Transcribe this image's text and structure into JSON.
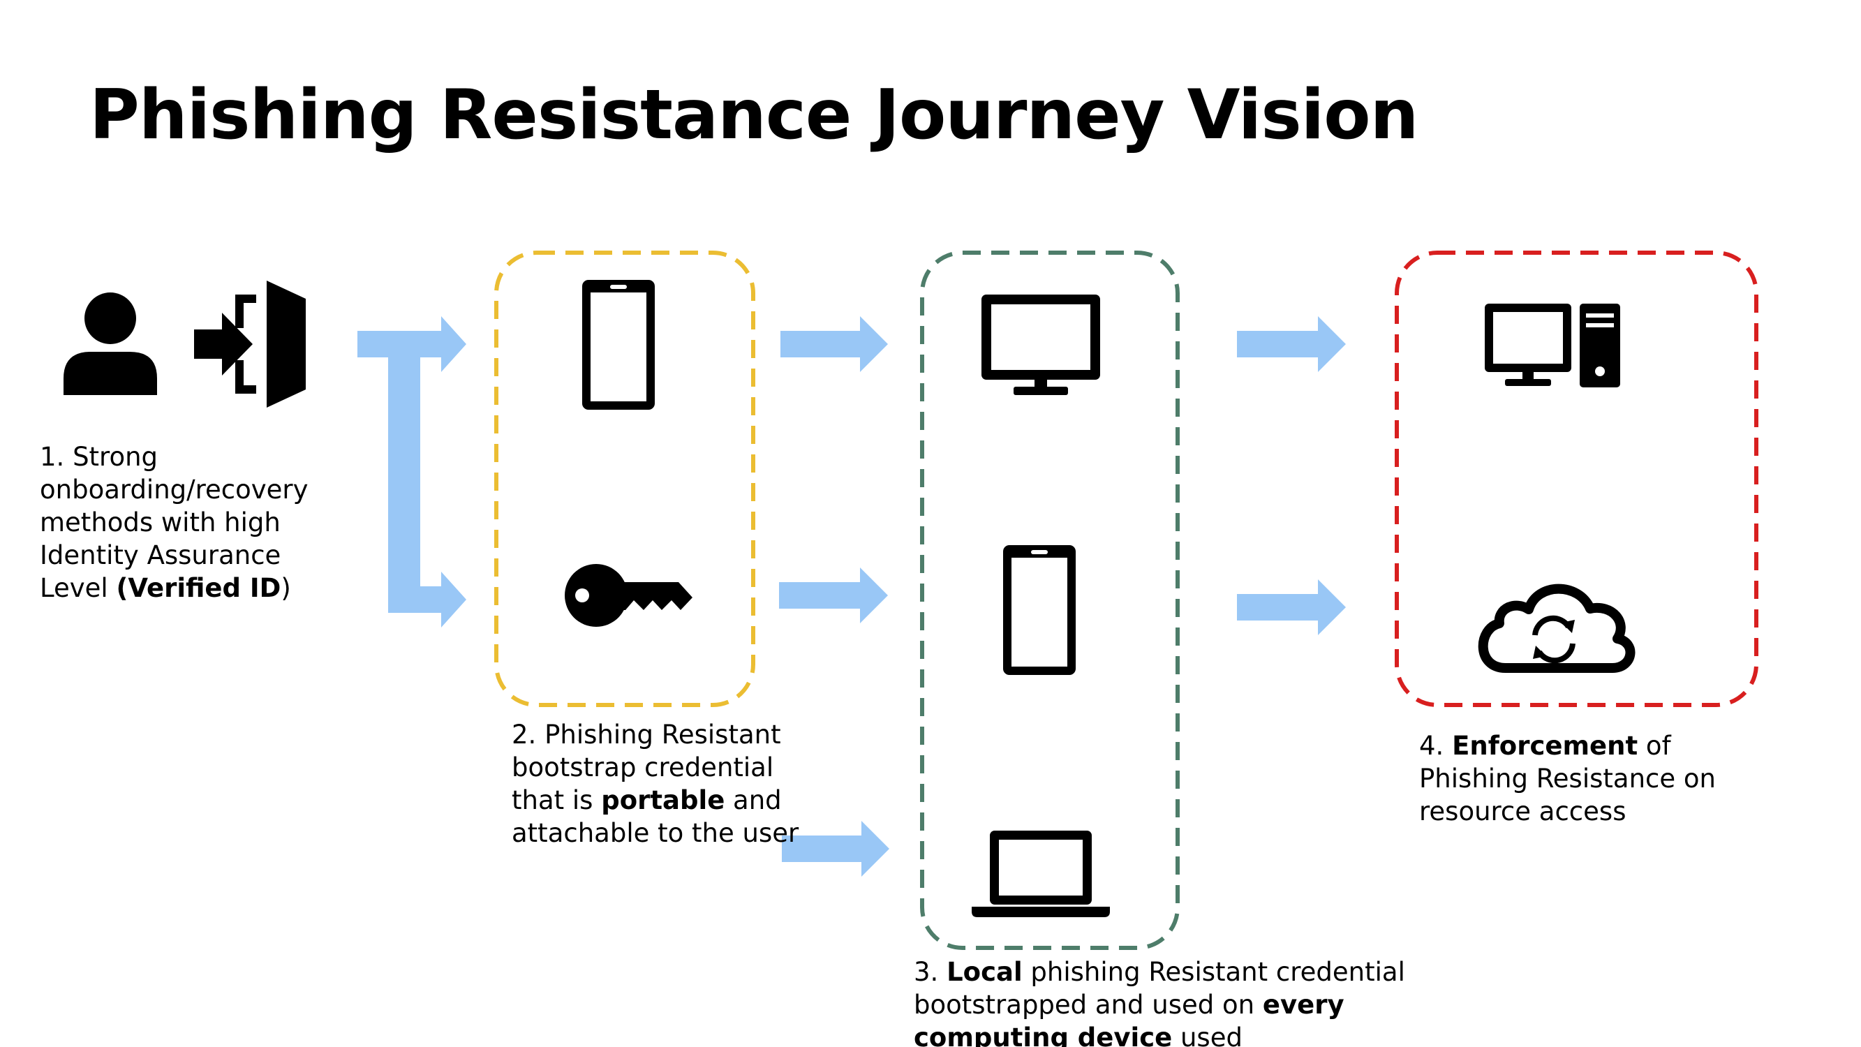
{
  "title": "Phishing Resistance Journey Vision",
  "colors": {
    "arrow": "#99C7F6",
    "box2_border": "#EBBD32",
    "box3_border": "#4E7D6A",
    "box4_border": "#D81F1F",
    "icon": "#000000"
  },
  "steps": [
    {
      "id": "step1",
      "icons": [
        "user-icon",
        "sign-in-icon"
      ],
      "caption": {
        "line1": "1. Strong",
        "line2": "onboarding/recovery",
        "line3": "methods with high",
        "line4": "Identity Assurance",
        "line5_pre": "Level ",
        "line5_open": "(",
        "line5_bold": "Verified ID",
        "line5_close": ")"
      }
    },
    {
      "id": "step2",
      "icons": [
        "mobile-phone-icon",
        "key-icon"
      ],
      "caption": {
        "line1": "2. Phishing Resistant",
        "line2": "bootstrap credential",
        "line3_pre": "that is ",
        "line3_bold": "portable",
        "line3_post": " and",
        "line4": "attachable to the user"
      }
    },
    {
      "id": "step3",
      "icons": [
        "desktop-monitor-icon",
        "mobile-phone-icon",
        "laptop-icon"
      ],
      "caption": {
        "line1_pre": "3. ",
        "line1_bold": "Local",
        "line1_post": " phishing Resistant credential",
        "line2_pre": "bootstrapped and used on ",
        "line2_bold": "every",
        "line3_bold": "computing device",
        "line3_post": " used"
      }
    },
    {
      "id": "step4",
      "icons": [
        "desktop-tower-icon",
        "cloud-sync-icon"
      ],
      "caption": {
        "line1_pre": "4. ",
        "line1_bold": "Enforcement",
        "line1_post": " of",
        "line2": "Phishing Resistance on",
        "line3": "resource access"
      }
    }
  ]
}
